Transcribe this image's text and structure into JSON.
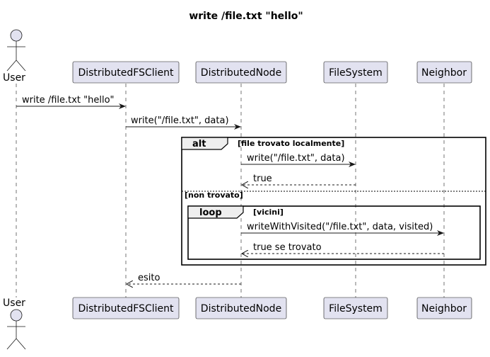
{
  "diagram": {
    "title": "write /file.txt \"hello\"",
    "participants": [
      {
        "name": "User",
        "kind": "actor"
      },
      {
        "name": "DistributedFSClient",
        "kind": "participant"
      },
      {
        "name": "DistributedNode",
        "kind": "participant"
      },
      {
        "name": "FileSystem",
        "kind": "participant"
      },
      {
        "name": "Neighbor",
        "kind": "participant"
      }
    ],
    "messages": [
      {
        "from": "User",
        "to": "DistributedFSClient",
        "label": "write /file.txt \"hello\"",
        "style": "sync"
      },
      {
        "from": "DistributedFSClient",
        "to": "DistributedNode",
        "label": "write(\"/file.txt\", data)",
        "style": "sync"
      },
      {
        "from": "DistributedNode",
        "to": "FileSystem",
        "label": "write(\"/file.txt\", data)",
        "style": "sync"
      },
      {
        "from": "FileSystem",
        "to": "DistributedNode",
        "label": "true",
        "style": "return"
      },
      {
        "from": "DistributedNode",
        "to": "Neighbor",
        "label": "writeWithVisited(\"/file.txt\", data, visited)",
        "style": "sync"
      },
      {
        "from": "Neighbor",
        "to": "DistributedNode",
        "label": "true se trovato",
        "style": "return"
      },
      {
        "from": "DistributedNode",
        "to": "DistributedFSClient",
        "label": "esito",
        "style": "return"
      }
    ],
    "fragments": {
      "alt": {
        "keyword": "alt",
        "guard": "[file trovato localmente]",
        "else_guard": "[non trovato]"
      },
      "loop": {
        "keyword": "loop",
        "guard": "[vicini]"
      }
    }
  }
}
